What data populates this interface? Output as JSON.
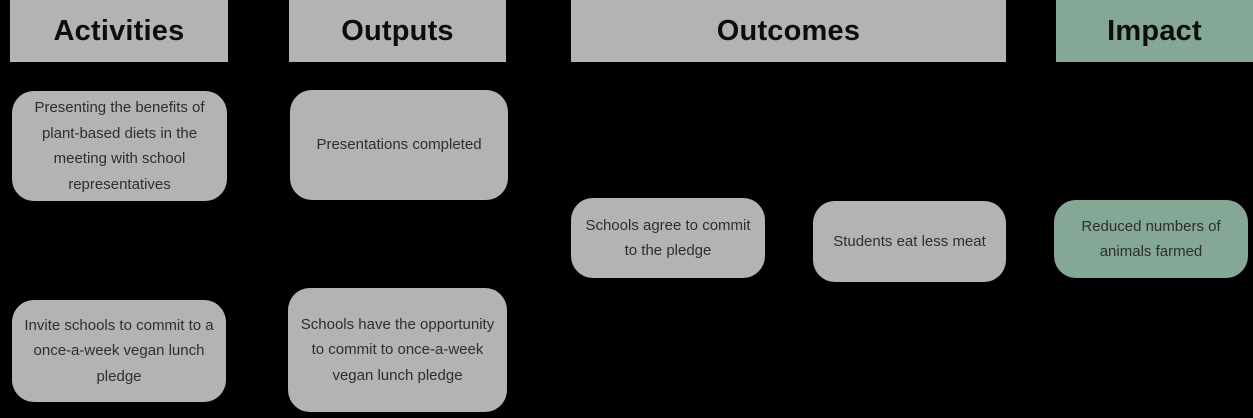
{
  "colors": {
    "background": "#000000",
    "box_gray": "#b3b3b3",
    "box_green": "#84a796",
    "header_text": "#0d0d0d",
    "body_text": "#2e2e2e"
  },
  "headers": [
    {
      "id": "activities",
      "label": "Activities",
      "color": "gray"
    },
    {
      "id": "outputs",
      "label": "Outputs",
      "color": "gray"
    },
    {
      "id": "outcomes",
      "label": "Outcomes",
      "color": "gray"
    },
    {
      "id": "impact",
      "label": "Impact",
      "color": "green"
    }
  ],
  "boxes": [
    {
      "id": "activity-1",
      "column": "activities",
      "color": "gray",
      "text": "Presenting the benefits of plant-based diets in the meeting with school representatives"
    },
    {
      "id": "activity-2",
      "column": "activities",
      "color": "gray",
      "text": "Invite schools to commit to a once-a-week vegan lunch pledge"
    },
    {
      "id": "output-1",
      "column": "outputs",
      "color": "gray",
      "text": "Presentations completed"
    },
    {
      "id": "output-2",
      "column": "outputs",
      "color": "gray",
      "text": "Schools have the opportunity to commit to once-a-week vegan lunch pledge"
    },
    {
      "id": "outcome-1",
      "column": "outcomes",
      "color": "gray",
      "text": "Schools agree to commit to the pledge"
    },
    {
      "id": "outcome-2",
      "column": "outcomes",
      "color": "gray",
      "text": "Students eat less meat"
    },
    {
      "id": "impact-1",
      "column": "impact",
      "color": "green",
      "text": "Reduced numbers of animals farmed"
    }
  ]
}
